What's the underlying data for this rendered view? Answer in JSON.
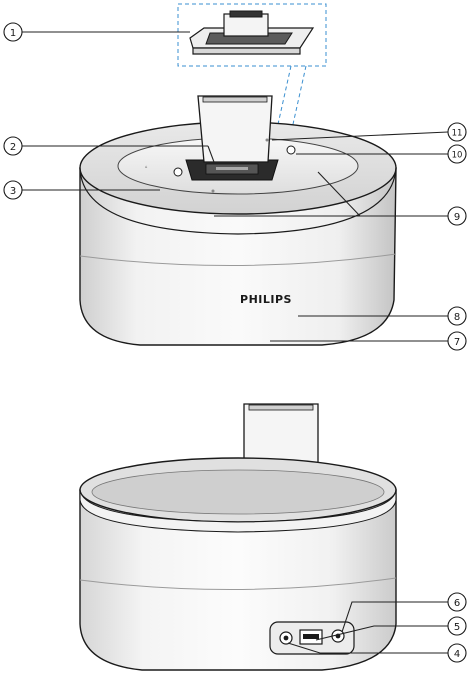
{
  "brand": "PHILIPS",
  "callouts": [
    {
      "id": "c1",
      "label": "1"
    },
    {
      "id": "c2",
      "label": "2"
    },
    {
      "id": "c3",
      "label": "3"
    },
    {
      "id": "c4",
      "label": "4"
    },
    {
      "id": "c5",
      "label": "5"
    },
    {
      "id": "c6",
      "label": "6"
    },
    {
      "id": "c7",
      "label": "7"
    },
    {
      "id": "c8",
      "label": "8"
    },
    {
      "id": "c9",
      "label": "9"
    },
    {
      "id": "c10",
      "label": "10"
    },
    {
      "id": "c11",
      "label": "11"
    }
  ],
  "colors": {
    "outline": "#1a1a1a",
    "body_light": "#f4f4f4",
    "body_mid": "#dcdcdc",
    "body_dark": "#bdbdbd",
    "dock_dark": "#2b2b2b",
    "leader": "#222222",
    "dashed_frame": "#3a8fd0"
  }
}
